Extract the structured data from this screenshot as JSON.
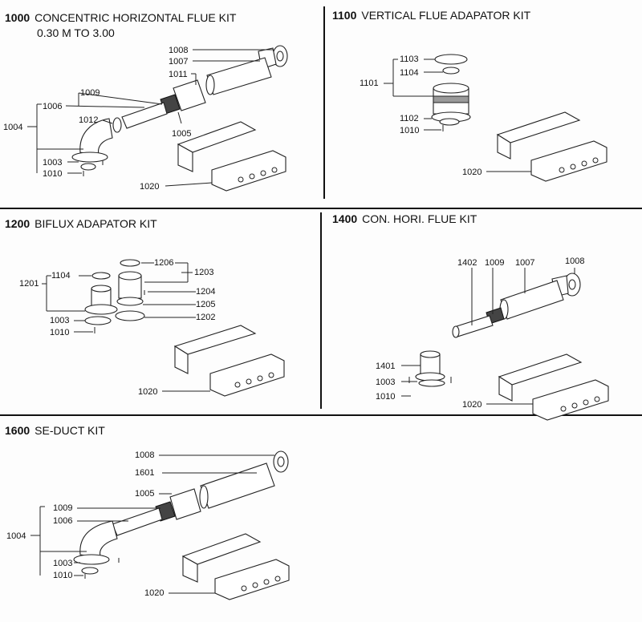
{
  "sections": {
    "s1000": {
      "code": "1000",
      "title": "CONCENTRIC HORIZONTAL FLUE KIT",
      "subtitle": "0.30 M TO 3.00"
    },
    "s1100": {
      "code": "1100",
      "title": "VERTICAL FLUE ADAPATOR KIT"
    },
    "s1200": {
      "code": "1200",
      "title": "BIFLUX ADAPATOR KIT"
    },
    "s1400": {
      "code": "1400",
      "title": "CON. HORI. FLUE KIT"
    },
    "s1600": {
      "code": "1600",
      "title": "SE-DUCT KIT"
    }
  },
  "labels": {
    "p1008": "1008",
    "p1007": "1007",
    "p1011": "1011",
    "p1009": "1009",
    "p1006": "1006",
    "p1004": "1004",
    "p1012": "1012",
    "p1005": "1005",
    "p1003": "1003",
    "p1010": "1010",
    "p1020": "1020",
    "p1103": "1103",
    "p1104": "1104",
    "p1101": "1101",
    "p1102": "1102",
    "p1201": "1201",
    "p1206": "1206",
    "p1203": "1203",
    "p1204": "1204",
    "p1205": "1205",
    "p1202": "1202",
    "p1402": "1402",
    "p1401": "1401",
    "p1601": "1601"
  }
}
